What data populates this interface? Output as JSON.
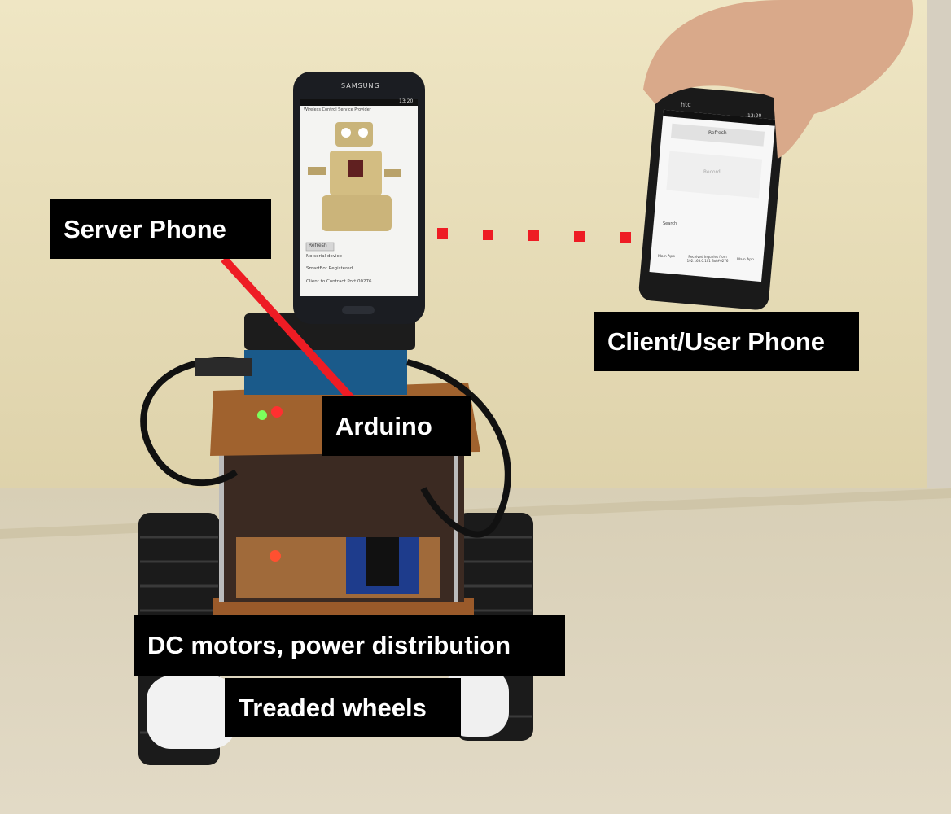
{
  "labels": {
    "server_phone": "Server Phone",
    "client_phone": "Client/User Phone",
    "arduino": "Arduino",
    "dc_motors": "DC motors, power distribution",
    "treaded_wheels": "Treaded wheels"
  },
  "server_screen": {
    "brand": "SAMSUNG",
    "status_time": "13:20",
    "title": "Wireless Control Service Provider",
    "refresh_button": "Refresh",
    "line1": "No serial device",
    "line2": "SmartBot Registered",
    "line3": "Client to Contract Port 00276"
  },
  "client_screen": {
    "brand": "htc",
    "status_time": "13:20",
    "refresh_button": "Refresh",
    "record_button": "Record",
    "search_label": "Search",
    "footer_left": "Main App",
    "footer_center": "Received Inquiries from 192.168.0.101 Bot#0276",
    "footer_right": "Main App"
  },
  "colors": {
    "label_bg": "#000000",
    "label_text": "#ffffff",
    "pointer_red": "#ee1c24",
    "wall": "#e9dfb9",
    "table": "#dcd3bd"
  }
}
